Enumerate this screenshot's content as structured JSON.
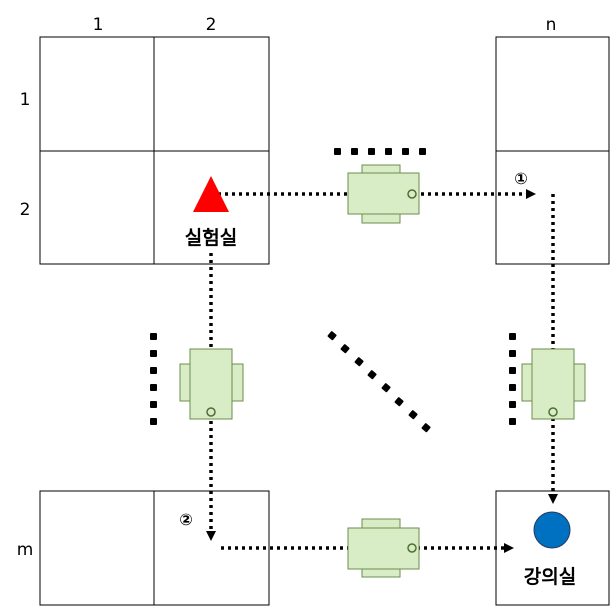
{
  "grid": {
    "col_labels": [
      "1",
      "2",
      "n"
    ],
    "row_labels": [
      "1",
      "2",
      "m"
    ]
  },
  "places": {
    "lab_label": "실험실",
    "lecture_room_label": "강의실"
  },
  "routes": {
    "route1_marker": "①",
    "route2_marker": "②"
  },
  "colors": {
    "lab_triangle": "#ff0000",
    "lecture_circle": "#0070c0",
    "robot_fill": "#d8ecc6",
    "robot_stroke": "#6b8e4e",
    "grid_line": "#000000"
  }
}
